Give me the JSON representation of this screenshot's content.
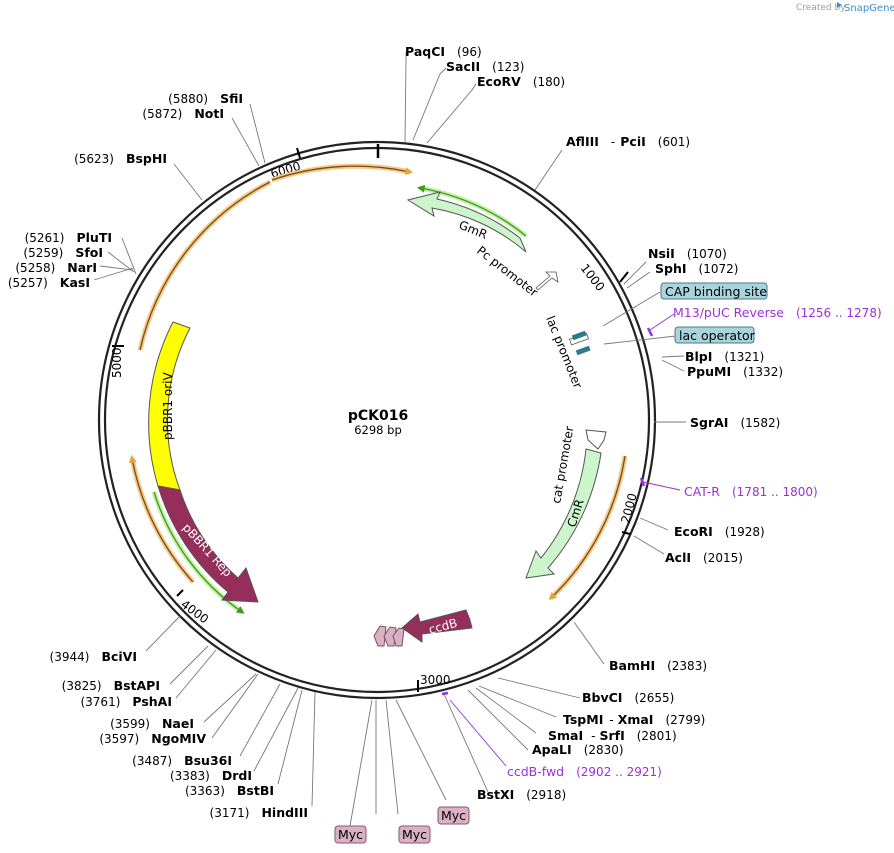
{
  "credit": {
    "prefix": "Created by",
    "brand": "SnapGene"
  },
  "plasmid": {
    "name": "pCK016",
    "length_label": "6298 bp",
    "length": 6298
  },
  "ticks": [
    "1000",
    "2000",
    "3000",
    "4000",
    "5000",
    "6000"
  ],
  "enzymes": [
    {
      "name": "PaqCI",
      "pos": "(96)"
    },
    {
      "name": "SacII",
      "pos": "(123)"
    },
    {
      "name": "EcoRV",
      "pos": "(180)"
    },
    {
      "name": "AflIII",
      "sep": "-",
      "name2": "PciI",
      "pos": "(601)"
    },
    {
      "name": "NsiI",
      "pos": "(1070)"
    },
    {
      "name": "SphI",
      "pos": "(1072)"
    },
    {
      "name": "BlpI",
      "pos": "(1321)"
    },
    {
      "name": "PpuMI",
      "pos": "(1332)"
    },
    {
      "name": "SgrAI",
      "pos": "(1582)"
    },
    {
      "name": "EcoRI",
      "pos": "(1928)"
    },
    {
      "name": "AclI",
      "pos": "(2015)"
    },
    {
      "name": "BamHI",
      "pos": "(2383)"
    },
    {
      "name": "BbvCI",
      "pos": "(2655)"
    },
    {
      "name": "TspMI",
      "sep": "-",
      "name2": "XmaI",
      "pos": "(2799)"
    },
    {
      "name": "SmaI",
      "sep": "-",
      "name2": "SrfI",
      "pos": "(2801)"
    },
    {
      "name": "ApaLI",
      "pos": "(2830)"
    },
    {
      "name": "BstXI",
      "pos": "(2918)"
    },
    {
      "name": "HindIII",
      "pos": "(3171)"
    },
    {
      "name": "BstBI",
      "pos": "(3363)"
    },
    {
      "name": "DrdI",
      "pos": "(3383)"
    },
    {
      "name": "Bsu36I",
      "pos": "(3487)"
    },
    {
      "name": "NgoMIV",
      "pos": "(3597)"
    },
    {
      "name": "NaeI",
      "pos": "(3599)"
    },
    {
      "name": "PshAI",
      "pos": "(3761)"
    },
    {
      "name": "BstAPI",
      "pos": "(3825)"
    },
    {
      "name": "BciVI",
      "pos": "(3944)"
    },
    {
      "name": "KasI",
      "pos": "(5257)"
    },
    {
      "name": "NarI",
      "pos": "(5258)"
    },
    {
      "name": "SfoI",
      "pos": "(5259)"
    },
    {
      "name": "PluTI",
      "pos": "(5261)"
    },
    {
      "name": "BspHI",
      "pos": "(5623)"
    },
    {
      "name": "NotI",
      "pos": "(5872)"
    },
    {
      "name": "SfiI",
      "pos": "(5880)"
    }
  ],
  "primers": [
    {
      "name": "M13/pUC Reverse",
      "range": "(1256 .. 1278)"
    },
    {
      "name": "CAT-R",
      "range": "(1781 .. 1800)"
    },
    {
      "name": "ccdB-fwd",
      "range": "(2902 .. 2921)"
    }
  ],
  "boxed_features": [
    {
      "label": "CAP binding site"
    },
    {
      "label": "lac operator"
    },
    {
      "label": "Myc"
    },
    {
      "label": "Myc"
    },
    {
      "label": "Myc"
    }
  ],
  "features": [
    {
      "label": "GmR"
    },
    {
      "label": "CmR"
    },
    {
      "label": "pBBR1 oriV"
    },
    {
      "label": "pBBR1 Rep"
    },
    {
      "label": "ccdB"
    }
  ],
  "promoters": [
    {
      "label": "Pc promoter"
    },
    {
      "label": "lac promoter"
    },
    {
      "label": "cat promoter"
    }
  ],
  "colors": {
    "backbone": "#222222",
    "orf_arrow": "#e8a33c",
    "orf_arrow_green": "#3c9a1a",
    "resistance": "#ccf5cc",
    "ori": "#ffff00",
    "rep": "#962e5c",
    "primer": "#9b30d9",
    "box_blue": "#a9d4dc",
    "box_pink": "#d9b0c4"
  }
}
